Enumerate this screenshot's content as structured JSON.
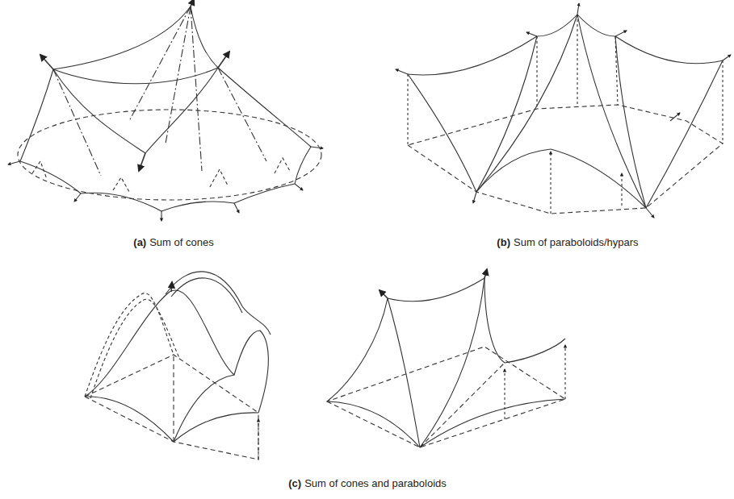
{
  "diagram": {
    "labels": [
      "(a)",
      "Sum of cones",
      "(b)",
      "Sum of paraboloids/hypars",
      "(c)",
      "Sum of cones and paraboloids"
    ]
  }
}
